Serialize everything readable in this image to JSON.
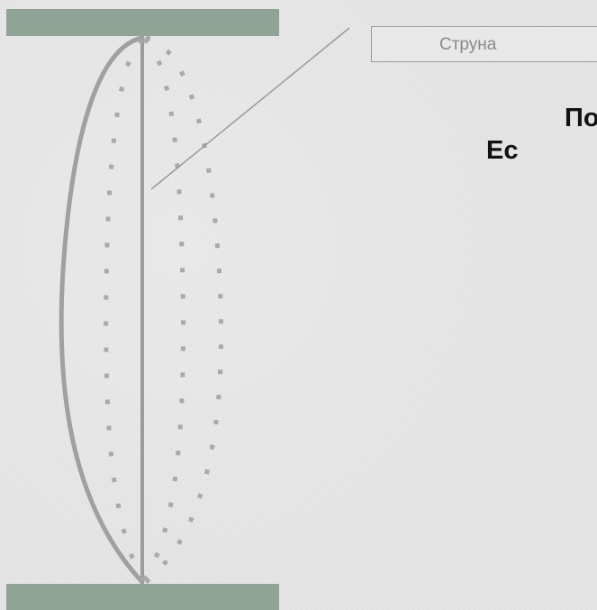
{
  "callout": {
    "label": "Струна"
  },
  "heading": {
    "line1": "По",
    "line2": "Ес"
  },
  "colors": {
    "clamp": "#8fa396",
    "string": "#9f9f9f",
    "dotted": "#a9a9a9",
    "background": "#e5e5e5",
    "heading_text": "#111111"
  }
}
